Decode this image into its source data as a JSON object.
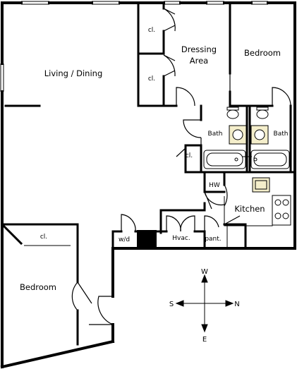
{
  "rooms": {
    "living_dining": "Living / Dining",
    "dressing_area_line1": "Dressing",
    "dressing_area_line2": "Area",
    "bedroom_ne": "Bedroom",
    "bath_left": "Bath",
    "bath_right": "Bath",
    "kitchen": "Kitchen",
    "bedroom_sw": "Bedroom",
    "closet_dressing_upper": "cl.",
    "closet_dressing_lower": "cl.",
    "closet_bath": "cl.",
    "closet_bedroom": "cl.",
    "hot_water": "HW",
    "washer_dryer": "w/d",
    "hvac": "Hvac.",
    "pantry": "pant."
  },
  "compass": {
    "west": "W",
    "south": "S",
    "north": "N",
    "east": "E"
  }
}
